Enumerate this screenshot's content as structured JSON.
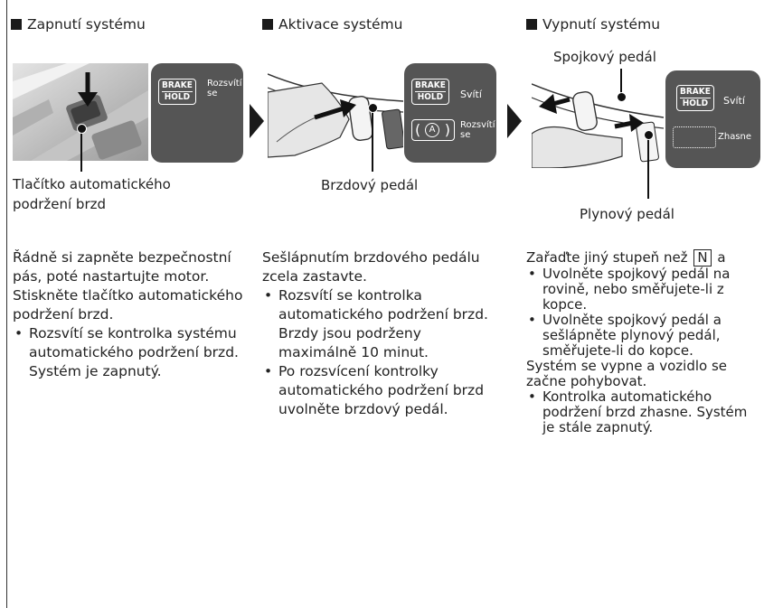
{
  "col1": {
    "heading": "Zapnutí systému",
    "panel": {
      "badge_line1": "BRAKE",
      "badge_line2": "HOLD",
      "status1_a": "Rozsvítí",
      "status1_b": "se"
    },
    "callout": [
      "Tlačítko automatického",
      "podržení brzd"
    ],
    "para1": "Řádně si zapněte bezpečnostní pás, poté nastartujte motor. Stiskněte tlačítko automatického podržení brzd.",
    "bullets": [
      "Rozsvítí se kontrolka systému automatického podržení brzd. Systém je zapnutý."
    ]
  },
  "col2": {
    "heading": "Aktivace systému",
    "panel": {
      "badge_line1": "BRAKE",
      "badge_line2": "HOLD",
      "status1": "Svítí",
      "icon_letter": "A",
      "status2_a": "Rozsvítí",
      "status2_b": "se"
    },
    "callout": "Brzdový pedál",
    "para1": "Sešlápnutím brzdového pedálu zcela zastavte.",
    "bullets": [
      "Rozsvítí se kontrolka automatického podržení brzd. Brzdy jsou podrženy maximálně 10 minut.",
      "Po rozsvícení kontrolky automatického podržení brzd uvolněte brzdový pedál."
    ]
  },
  "col3": {
    "heading": "Vypnutí systému",
    "callout_top": "Spojkový pedál",
    "callout_bottom": "Plynový pedál",
    "panel": {
      "badge_line1": "BRAKE",
      "badge_line2": "HOLD",
      "status1": "Svítí",
      "status2": "Zhasne"
    },
    "para1_a": "Zařaďte jiný stupeň než",
    "para1_gear": "N",
    "para1_b": "a",
    "bullets1": [
      "Uvolněte spojkový pedál na rovině, nebo směřujete-li z kopce.",
      "Uvolněte spojkový pedál a sešlápněte plynový pedál, směřujete-li do kopce."
    ],
    "para2": "Systém se vypne a vozidlo se začne pohybovat.",
    "bullets2": [
      "Kontrolka automatického podržení brzd zhasne. Systém je stále zapnutý."
    ]
  }
}
